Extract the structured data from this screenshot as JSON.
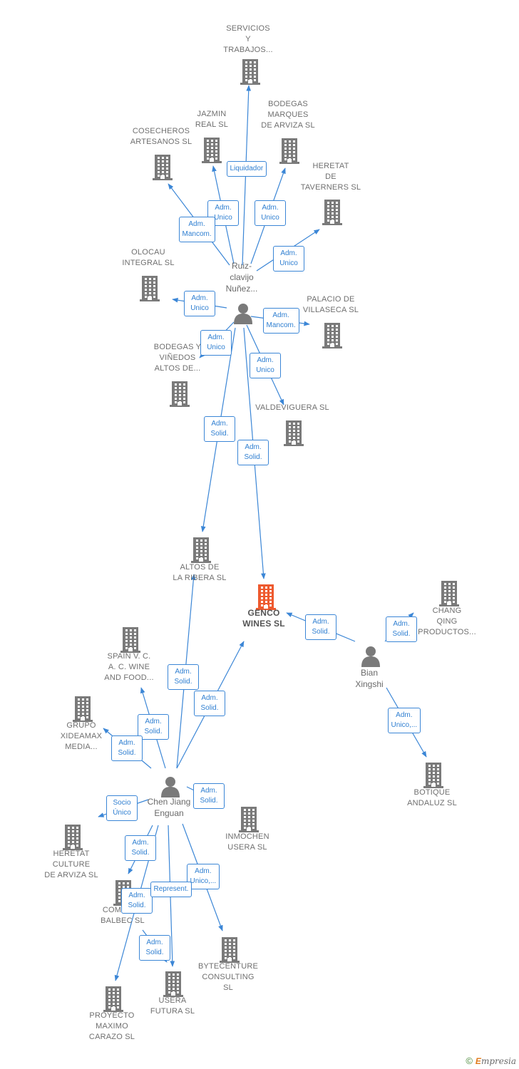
{
  "colors": {
    "edge": "#3b86d6",
    "building": "#7a7a7a",
    "main_building": "#ee5a2f",
    "person": "#7a7a7a"
  },
  "companies": [
    {
      "id": "servicios",
      "label": "SERVICIOS\nY\nTRABAJOS..."
    },
    {
      "id": "jazmin",
      "label": "JAZMIN\nREAL SL"
    },
    {
      "id": "bodegas_marques",
      "label": "BODEGAS\nMARQUES\nDE ARVIZA SL"
    },
    {
      "id": "cosecheros",
      "label": "COSECHEROS\nARTESANOS SL"
    },
    {
      "id": "heretat_tav",
      "label": "HERETAT\nDE\nTAVERNERS SL"
    },
    {
      "id": "olocau",
      "label": "OLOCAU\nINTEGRAL SL"
    },
    {
      "id": "palacio",
      "label": "PALACIO DE\nVILLASECA SL"
    },
    {
      "id": "bodegas_vinedos",
      "label": "BODEGAS Y\nVIÑEDOS\nALTOS DE..."
    },
    {
      "id": "valdeviguera",
      "label": "VALDEVIGUERA SL"
    },
    {
      "id": "altos_ribera",
      "label": "ALTOS DE\nLA RIBERA  SL"
    },
    {
      "id": "genco",
      "label": "GENCO\nWINES  SL",
      "main": true
    },
    {
      "id": "chang",
      "label": "CHANG\nQING\nPRODUCTOS..."
    },
    {
      "id": "spain",
      "label": "SPAIN V.  C.\nA. C. WINE\nAND FOOD..."
    },
    {
      "id": "grupo",
      "label": "GRUPO\nXIDEAMAX\nMEDIA..."
    },
    {
      "id": "botique",
      "label": "BOTIQUE\nANDALUZ  SL"
    },
    {
      "id": "heretat_cult",
      "label": "HERETAT\nCULTURE\nDE ARVIZA  SL"
    },
    {
      "id": "inmochen",
      "label": "INMOCHEN\nUSERA  SL"
    },
    {
      "id": "combray",
      "label": "COMBRAY\nBALBEC  SL"
    },
    {
      "id": "bytecenture",
      "label": "BYTECENTURE\nCONSULTING\nSL"
    },
    {
      "id": "usera",
      "label": "USERA\nFUTURA  SL"
    },
    {
      "id": "proyecto",
      "label": "PROYECTO\nMAXIMO\nCARAZO SL"
    }
  ],
  "persons": [
    {
      "id": "ruiz",
      "label": "Ruiz-\nclavijo\nNuñez..."
    },
    {
      "id": "bian",
      "label": "Bian\nXingshi"
    },
    {
      "id": "chen",
      "label": "Chen Jiang\nEnguan"
    }
  ],
  "edges": [
    {
      "from": "ruiz",
      "to": "servicios",
      "label": "Liquidador"
    },
    {
      "from": "ruiz",
      "to": "jazmin",
      "label": "Adm.\nUnico"
    },
    {
      "from": "ruiz",
      "to": "bodegas_marques",
      "label": "Adm.\nUnico"
    },
    {
      "from": "ruiz",
      "to": "cosecheros",
      "label": "Adm.\nMancom."
    },
    {
      "from": "ruiz",
      "to": "heretat_tav",
      "label": "Adm.\nUnico"
    },
    {
      "from": "ruiz",
      "to": "olocau",
      "label": "Adm.\nUnico"
    },
    {
      "from": "ruiz",
      "to": "palacio",
      "label": "Adm.\nMancom."
    },
    {
      "from": "ruiz",
      "to": "bodegas_vinedos",
      "label": "Adm.\nUnico"
    },
    {
      "from": "ruiz",
      "to": "valdeviguera",
      "label": "Adm.\nUnico"
    },
    {
      "from": "ruiz",
      "to": "altos_ribera",
      "label": "Adm.\nSolid."
    },
    {
      "from": "ruiz",
      "to": "genco",
      "label": "Adm.\nSolid."
    },
    {
      "from": "bian",
      "to": "genco",
      "label": "Adm.\nSolid."
    },
    {
      "from": "bian",
      "to": "chang",
      "label": "Adm.\nSolid."
    },
    {
      "from": "bian",
      "to": "botique",
      "label": "Adm.\nUnico,..."
    },
    {
      "from": "chen",
      "to": "altos_ribera",
      "label": "Adm.\nSolid."
    },
    {
      "from": "chen",
      "to": "genco",
      "label": "Adm.\nSolid."
    },
    {
      "from": "chen",
      "to": "spain",
      "label": "Adm.\nSolid."
    },
    {
      "from": "chen",
      "to": "grupo",
      "label": "Adm.\nSolid."
    },
    {
      "from": "chen",
      "to": "inmochen",
      "label": "Adm.\nSolid."
    },
    {
      "from": "chen",
      "to": "heretat_cult",
      "label": "Socio\nÚnico"
    },
    {
      "from": "chen",
      "to": "combray",
      "label": "Adm.\nSolid."
    },
    {
      "from": "chen",
      "to": "bytecenture",
      "label": "Adm.\nUnico,..."
    },
    {
      "from": "chen",
      "to": "proyecto",
      "label": "Adm.\nSolid."
    },
    {
      "from": "chen",
      "to": "usera",
      "label": "Represent."
    },
    {
      "from": "chen",
      "to": "usera",
      "label": "Adm.\nSolid."
    }
  ],
  "footer": {
    "copyright": "©",
    "brand_initial": "E",
    "brand_rest": "mpresia"
  }
}
